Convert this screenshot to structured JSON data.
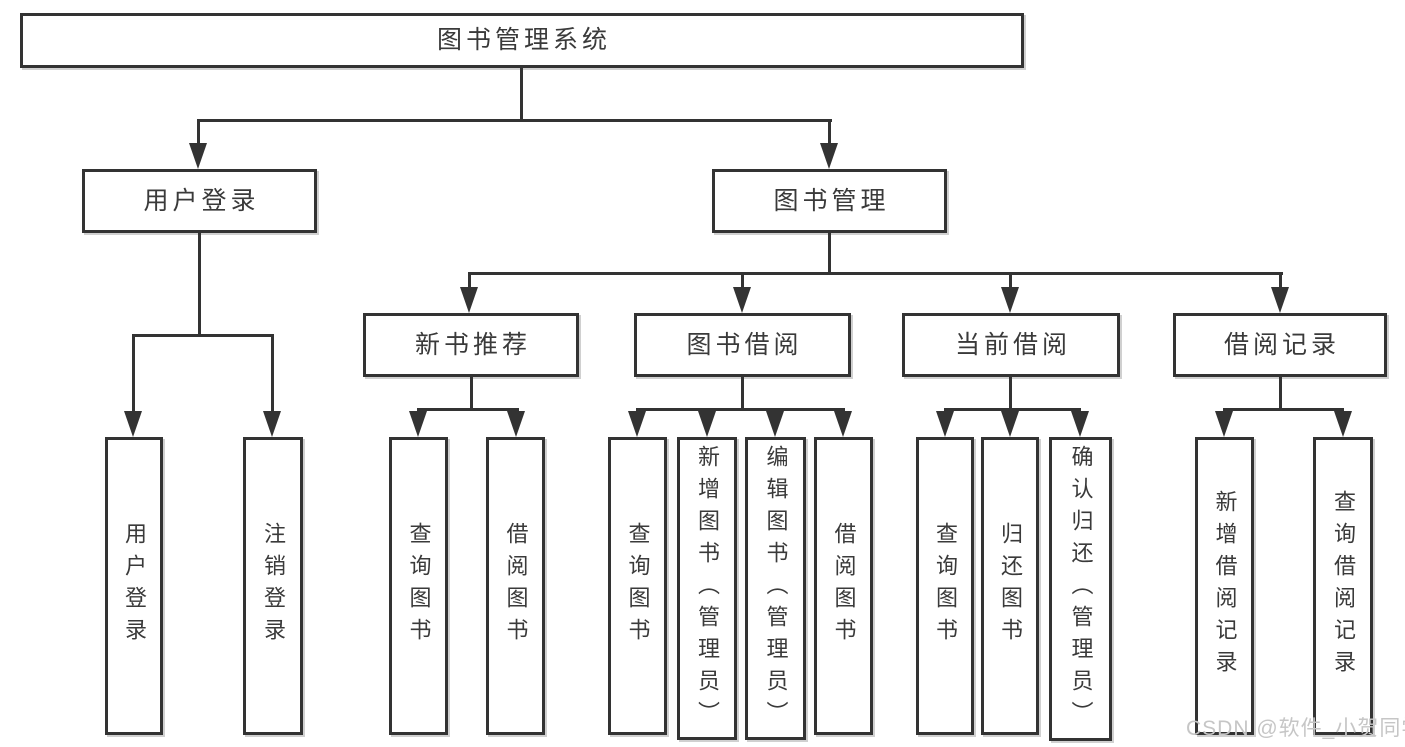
{
  "diagram": {
    "root": {
      "label": "图书管理系统"
    },
    "branches": [
      {
        "label": "用户登录",
        "children": [
          {
            "label": "用户登录"
          },
          {
            "label": "注销登录"
          }
        ]
      },
      {
        "label": "图书管理",
        "groups": [
          {
            "label": "新书推荐",
            "children": [
              {
                "label": "查询图书"
              },
              {
                "label": "借阅图书"
              }
            ]
          },
          {
            "label": "图书借阅",
            "children": [
              {
                "label": "查询图书"
              },
              {
                "label": "新增图书（管理员）"
              },
              {
                "label": "编辑图书（管理员）"
              },
              {
                "label": "借阅图书"
              }
            ]
          },
          {
            "label": "当前借阅",
            "children": [
              {
                "label": "查询图书"
              },
              {
                "label": "归还图书"
              },
              {
                "label": "确认归还（管理员）"
              }
            ]
          },
          {
            "label": "借阅记录",
            "children": [
              {
                "label": "新增借阅记录"
              },
              {
                "label": "查询借阅记录"
              }
            ]
          }
        ]
      }
    ]
  },
  "watermark": {
    "text": "CSDN @软件_小贺同学"
  },
  "colors": {
    "line": "#333333",
    "text": "#3a3a3a",
    "background": "#ffffff",
    "watermark": "#c6c6c6"
  }
}
